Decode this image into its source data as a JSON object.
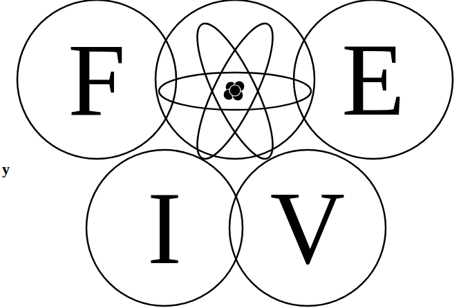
{
  "diagram": {
    "nodes": [
      {
        "text": [
          "F"
        ]
      },
      {
        "text": [
          "E"
        ]
      },
      {
        "text": [
          "I"
        ]
      },
      {
        "text": [
          "V"
        ]
      }
    ],
    "labels": [
      "y"
    ]
  }
}
